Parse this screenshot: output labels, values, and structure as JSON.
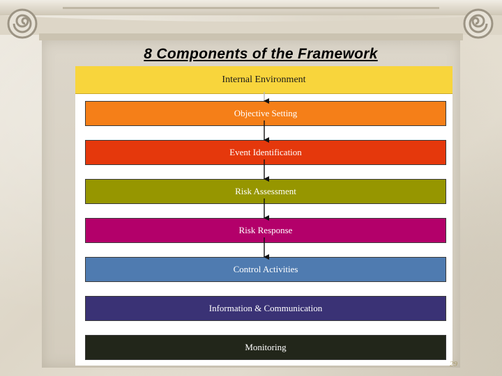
{
  "slide": {
    "title": "8 Components of the Framework",
    "page_number": "29"
  },
  "components": [
    {
      "label": "Internal Environment",
      "color": "#f8d53c"
    },
    {
      "label": "Objective Setting",
      "color": "#f57f18"
    },
    {
      "label": "Event Identification",
      "color": "#e5380c"
    },
    {
      "label": "Risk Assessment",
      "color": "#969600"
    },
    {
      "label": "Risk Response",
      "color": "#b3006a"
    },
    {
      "label": "Control Activities",
      "color": "#4f7bb0"
    },
    {
      "label": "Information & Communication",
      "color": "#3a3275"
    },
    {
      "label": "Monitoring",
      "color": "#22261a"
    }
  ]
}
